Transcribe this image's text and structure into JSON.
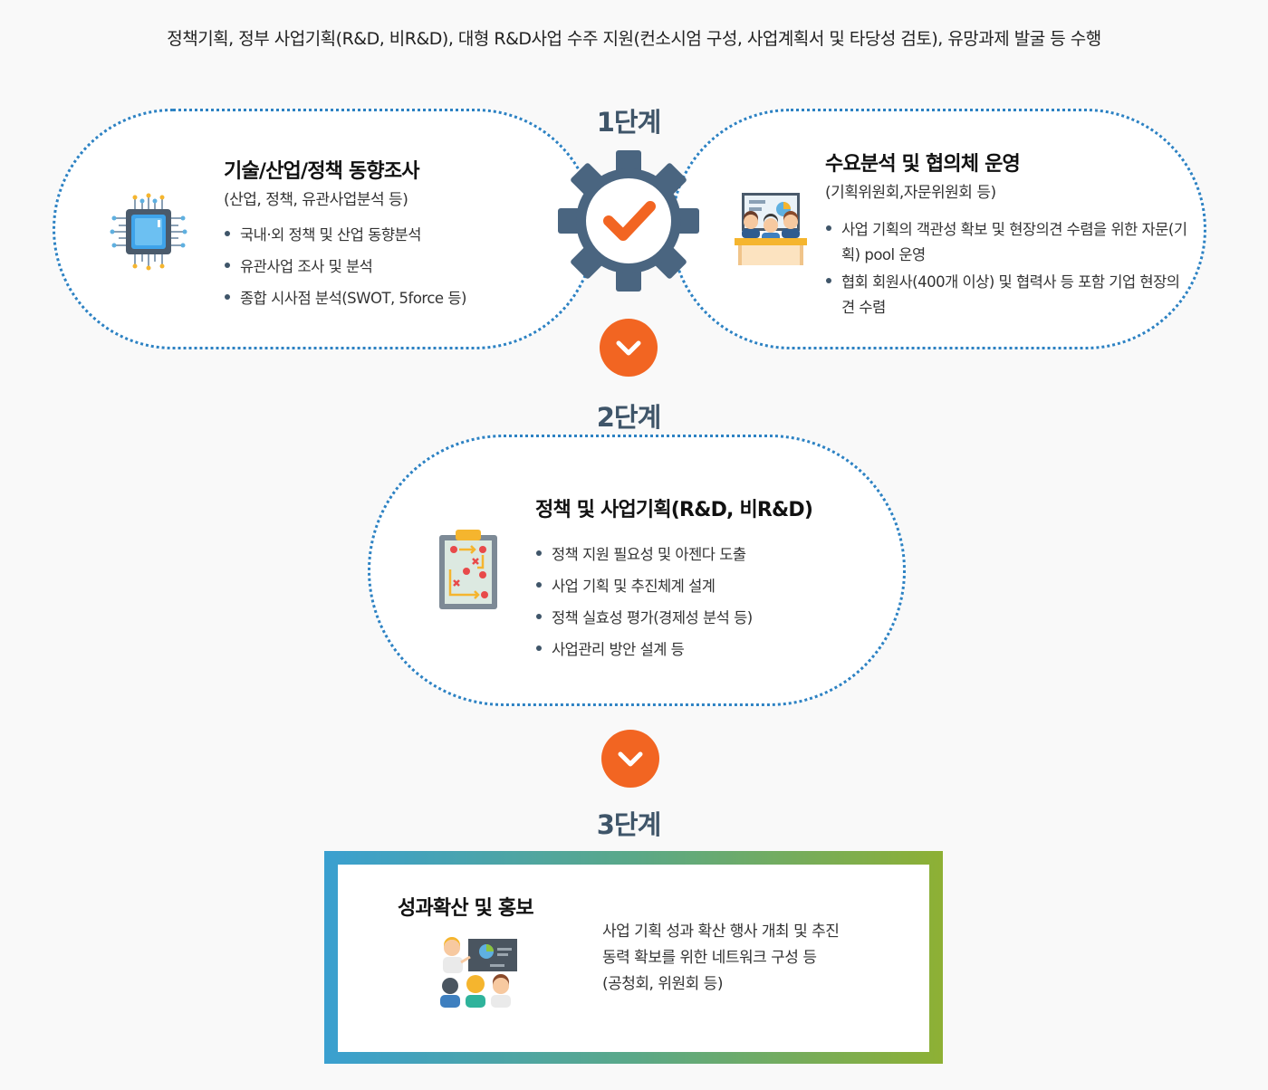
{
  "intro": "정책기획, 정부 사업기획(R&D, 비R&D), 대형 R&D사업 수주 지원(컨소시엄 구성, 사업계획서 및 타당성 검토), 유망과제 발굴 등 수행",
  "stage1": {
    "label": "1단계",
    "left_card": {
      "title": "기술/산업/정책 동향조사",
      "subtitle": "(산업, 정책, 유관사업분석 등)",
      "icon": "microchip-icon",
      "bullets": [
        "국내·외 정책 및 산업 동향분석",
        "유관사업 조사 및 분석",
        "종합 시사점 분석(SWOT, 5force 등)"
      ]
    },
    "right_card": {
      "title": "수요분석 및 협의체 운영",
      "subtitle": "(기획위원회,자문위원회 등)",
      "icon": "committee-meeting-icon",
      "bullets": [
        "사업 기획의 객관성 확보 및 현장의견 수렴을 위한 자문(기획) pool 운영",
        "협회 회원사(400개 이상) 및 협력사 등 포함 기업 현장의견 수렴"
      ]
    }
  },
  "stage2": {
    "label": "2단계",
    "title": "정책 및 사업기획(R&D, 비R&D)",
    "icon": "strategy-clipboard-icon",
    "bullets": [
      "정책 지원 필요성 및 아젠다 도출",
      "사업 기획 및 추진체계 설계",
      "정책 실효성 평가(경제성 분석 등)",
      "사업관리 방안 설계 등"
    ]
  },
  "stage3": {
    "label": "3단계",
    "title": "성과확산 및 홍보",
    "icon": "presentation-audience-icon",
    "description_lines": [
      "사업 기획 성과 확산 행사 개최 및 추진",
      "동력 확보를 위한 네트워크 구성 등",
      "(공청회, 위원회 등)"
    ]
  },
  "colors": {
    "accent_orange": "#f26522",
    "dotted_border": "#2d82c3",
    "stage_label": "#3f5569",
    "gear": "#4a6580",
    "gradient_start": "#3aa0d0",
    "gradient_end": "#8eb034"
  }
}
